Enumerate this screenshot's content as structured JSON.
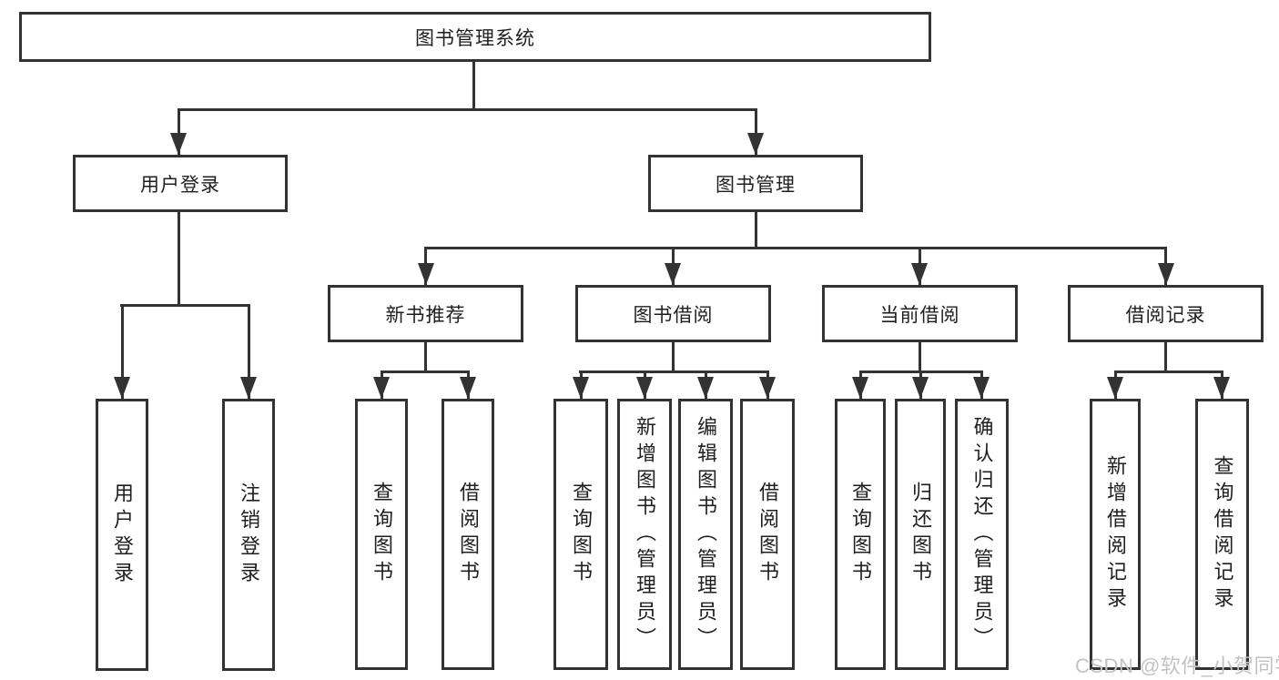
{
  "colors": {
    "line": "#333333",
    "text": "#1f1f1f",
    "watermark": "#c3c3c3",
    "background": "#ffffff"
  },
  "diagram": {
    "root": "图书管理系统",
    "level1": {
      "user_login": "用户登录",
      "book_management": "图书管理"
    },
    "level2": {
      "new_book_recommendation": "新书推荐",
      "book_borrowing": "图书借阅",
      "current_borrowing": "当前借阅",
      "borrowing_records": "借阅记录"
    },
    "leaves": {
      "user_login": [
        "用户登录",
        "注销登录"
      ],
      "new_book_recommendation": [
        "查询图书",
        "借阅图书"
      ],
      "book_borrowing": [
        "查询图书",
        "新增图书（管理员）",
        "编辑图书（管理员）",
        "借阅图书"
      ],
      "current_borrowing": [
        "查询图书",
        "归还图书",
        "确认归还（管理员）"
      ],
      "borrowing_records": [
        "新增借阅记录",
        "查询借阅记录"
      ]
    }
  },
  "watermark": {
    "text": "CSDN @软件_小贺同学"
  }
}
